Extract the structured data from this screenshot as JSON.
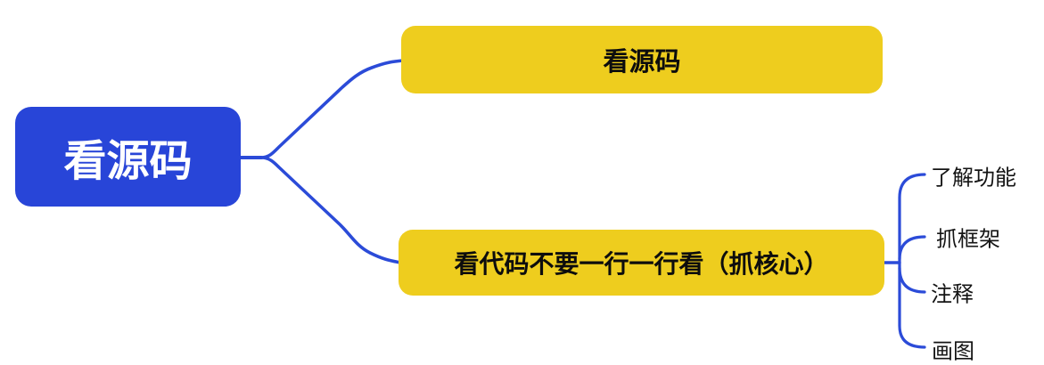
{
  "colors": {
    "root_fill": "#2845d8",
    "branch_fill": "#eecd1e",
    "line": "#2b4bd8",
    "root_text": "#ffffff",
    "branch_text": "#0d0d0d",
    "leaf_text": "#141414",
    "background": "#ffffff"
  },
  "mindmap": {
    "root": {
      "label": "看源码"
    },
    "branches": [
      {
        "label": "看源码",
        "children": []
      },
      {
        "label": "看代码不要一行一行看（抓核心）",
        "children": [
          {
            "label": "了解功能"
          },
          {
            "label": "抓框架"
          },
          {
            "label": "注释"
          },
          {
            "label": "画图"
          }
        ]
      }
    ]
  }
}
